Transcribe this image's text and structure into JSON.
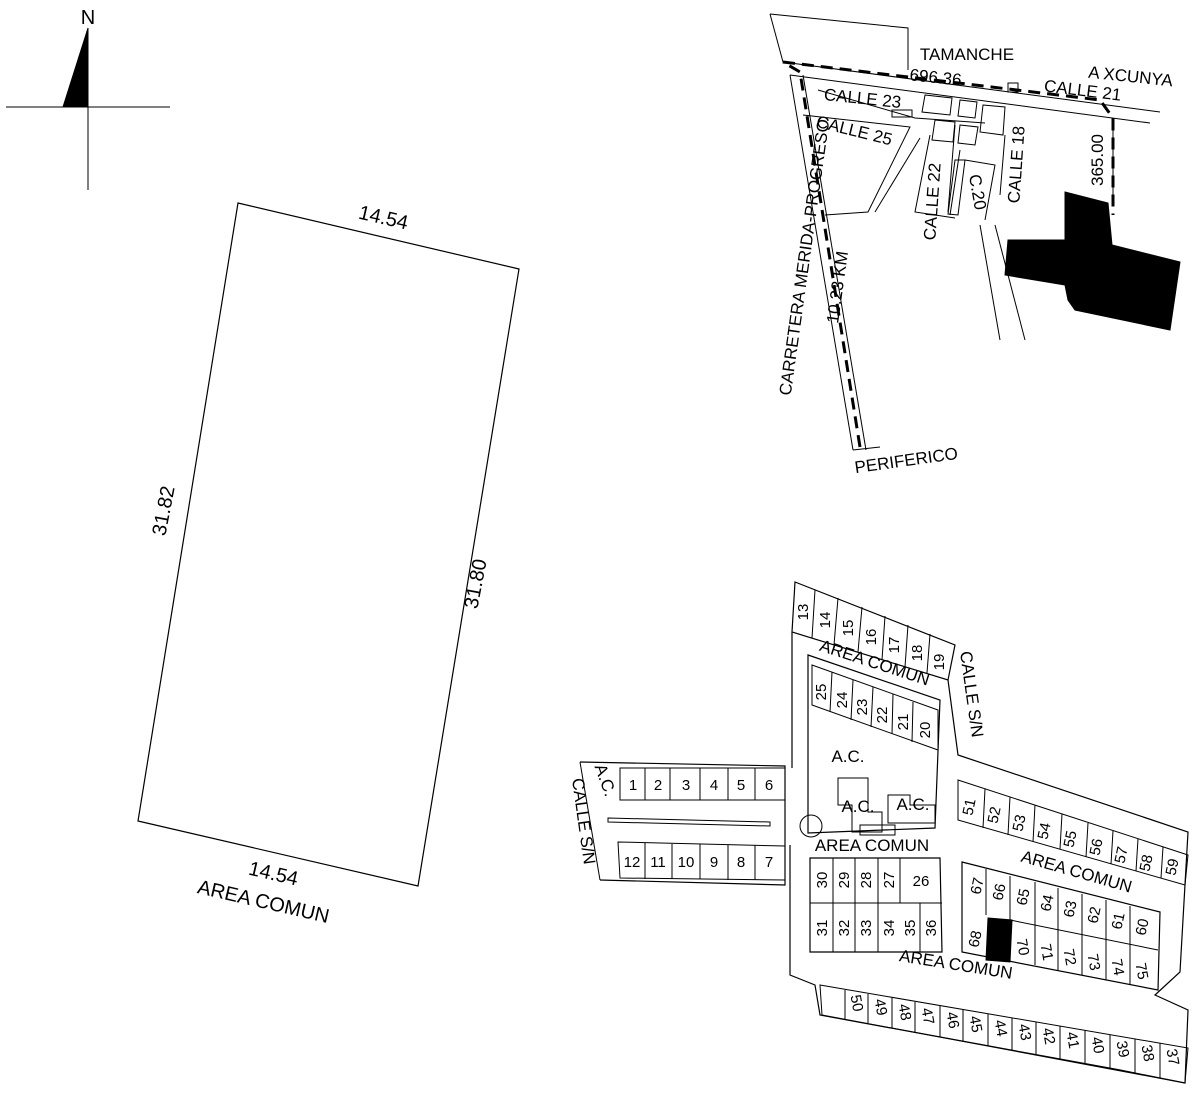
{
  "compass": {
    "north_label": "N"
  },
  "lot_detail": {
    "dim_top": "14.54",
    "dim_left": "31.82",
    "dim_right": "31.80",
    "dim_bottom": "14.54",
    "bottom_label": "AREA COMUN"
  },
  "location_map": {
    "tamanche": "TAMANCHE",
    "dist_top": "696.36",
    "xcunya": "A XCUNYA",
    "calle_21": "CALLE 21",
    "calle_23": "CALLE 23",
    "calle_25": "CALLE 25",
    "calle_22": "CALLE 22",
    "c_20": "C.20",
    "calle_18": "CALLE 18",
    "dist_right": "365.00",
    "carretera": "CARRETERA MERIDA-PROGRESO",
    "dist_left": "10.23 KM",
    "periferico": "PERIFERICO"
  },
  "subdivision": {
    "calle_sn_right": "CALLE S/N",
    "calle_sn_left": "CALLE S/N",
    "area_comun_1": "AREA COMUN",
    "area_comun_2": "AREA COMUN",
    "area_comun_3": "AREA COMUN",
    "area_comun_4": "AREA COMUN",
    "ac_left": "A.C.",
    "ac_center_top": "A.C.",
    "ac_center_left": "A.C.",
    "ac_center_right": "A.C.",
    "lots": {
      "l1": "1",
      "l2": "2",
      "l3": "3",
      "l4": "4",
      "l5": "5",
      "l6": "6",
      "l7": "7",
      "l8": "8",
      "l9": "9",
      "l10": "10",
      "l11": "11",
      "l12": "12",
      "l13": "13",
      "l14": "14",
      "l15": "15",
      "l16": "16",
      "l17": "17",
      "l18": "18",
      "l19": "19",
      "l20": "20",
      "l21": "21",
      "l22": "22",
      "l23": "23",
      "l24": "24",
      "l25": "25",
      "l26": "26",
      "l27": "27",
      "l28": "28",
      "l29": "29",
      "l30": "30",
      "l31": "31",
      "l32": "32",
      "l33": "33",
      "l34": "34",
      "l35": "35",
      "l36": "36",
      "l37": "37",
      "l38": "38",
      "l39": "39",
      "l40": "40",
      "l41": "41",
      "l42": "42",
      "l43": "43",
      "l44": "44",
      "l45": "45",
      "l46": "46",
      "l47": "47",
      "l48": "48",
      "l49": "49",
      "l50": "50",
      "l51": "51",
      "l52": "52",
      "l53": "53",
      "l54": "54",
      "l55": "55",
      "l56": "56",
      "l57": "57",
      "l58": "58",
      "l59": "59",
      "l60": "60",
      "l61": "61",
      "l62": "62",
      "l63": "63",
      "l64": "64",
      "l65": "65",
      "l66": "66",
      "l67": "67",
      "l68": "68",
      "l70": "70",
      "l71": "71",
      "l72": "72",
      "l73": "73",
      "l74": "74",
      "l75": "75"
    }
  }
}
